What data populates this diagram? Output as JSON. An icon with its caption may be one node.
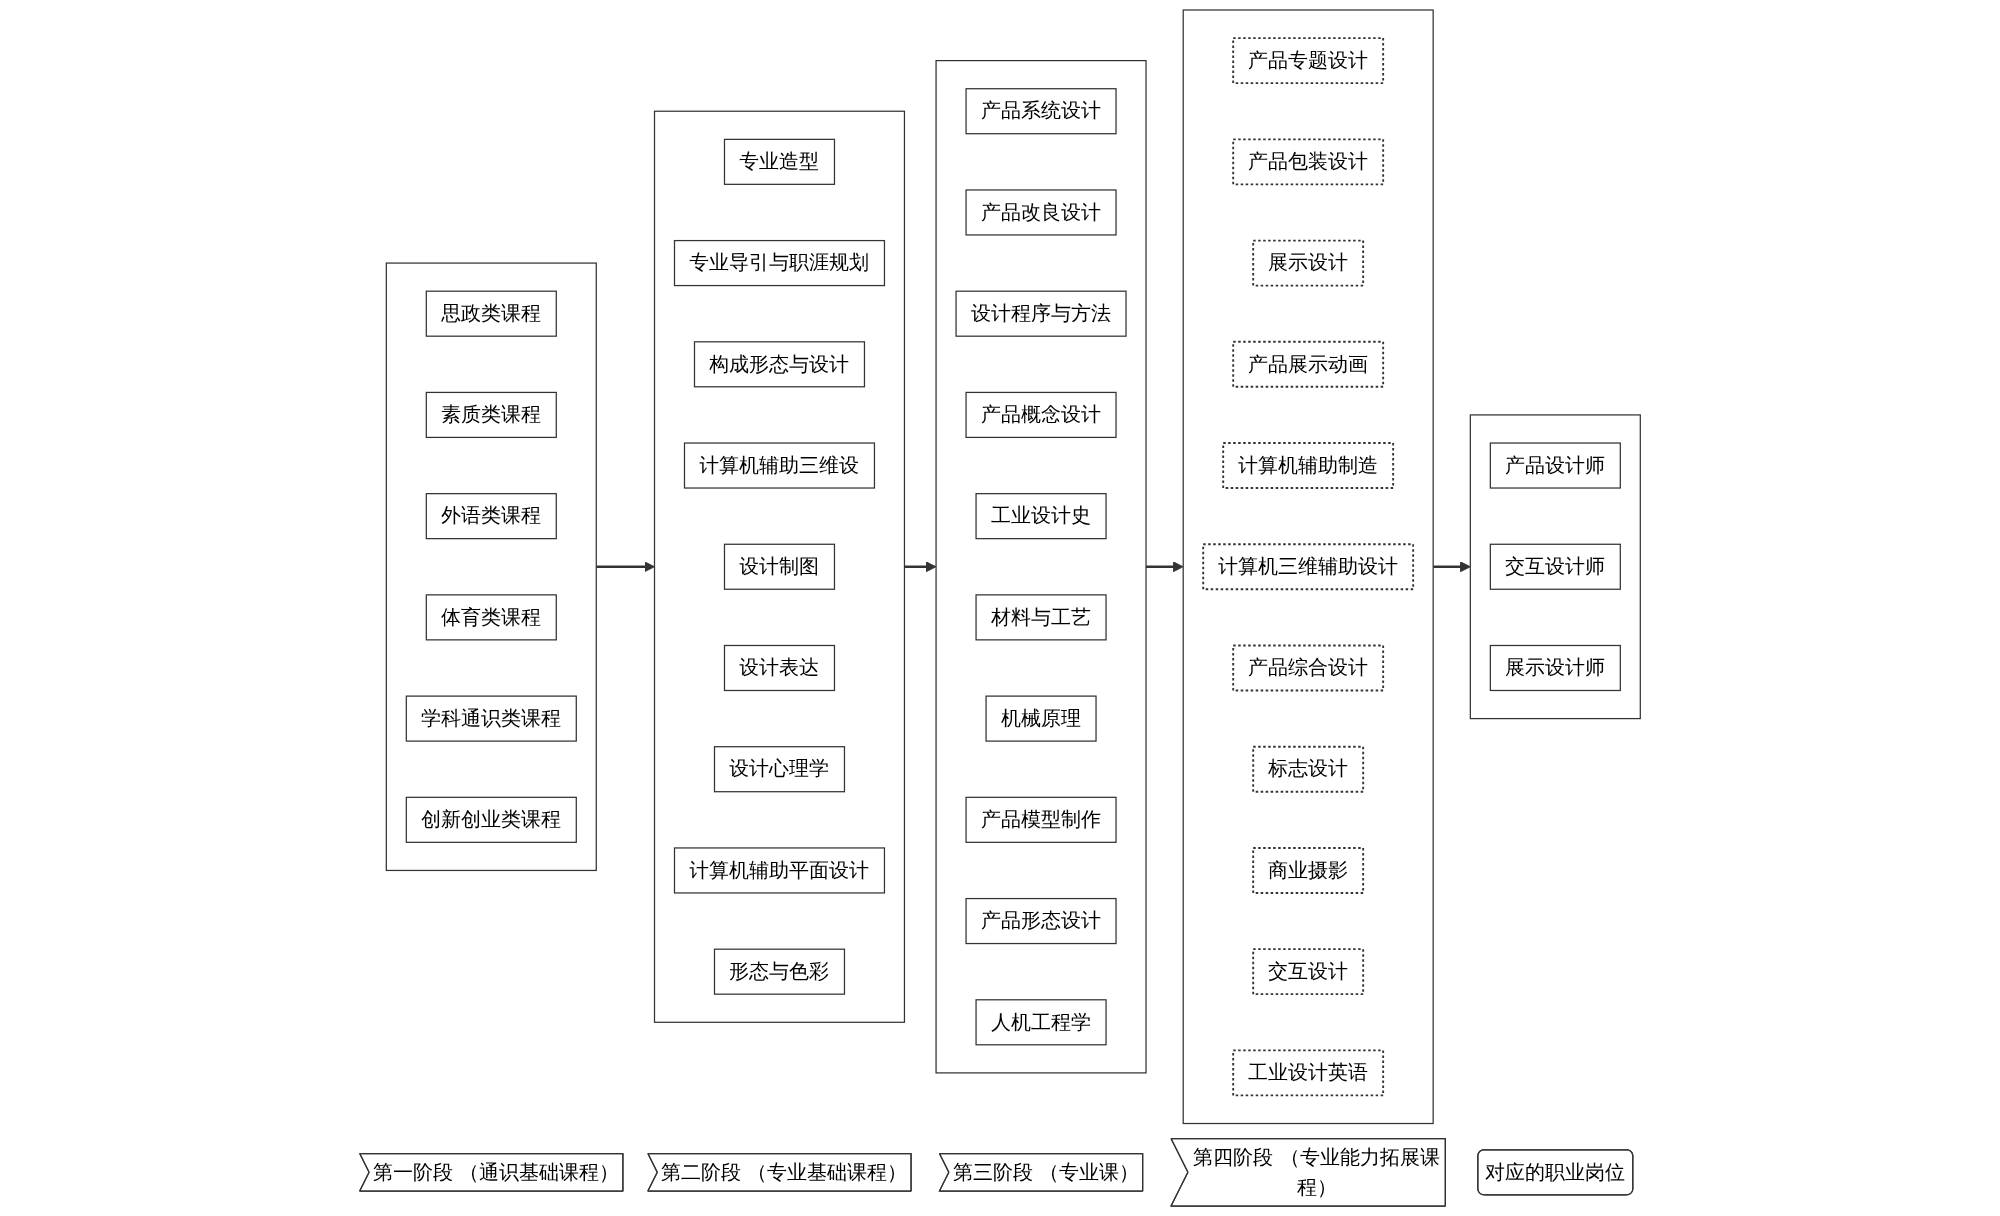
{
  "diagram": {
    "nodes": [
      {
        "text": [
          "第一阶段 （通识基础课程）"
        ]
      },
      {
        "text": [
          "第二阶段 （专业基础课程）"
        ]
      },
      {
        "text": [
          "第三阶段 （专业课）"
        ]
      },
      {
        "text": [
          "第四阶段 （专业能力拓展课程）"
        ]
      },
      {
        "text": [
          "对应的职业岗位"
        ]
      },
      {
        "text": [],
        "shape": "box"
      },
      {
        "text": [
          "思政类课程"
        ],
        "in": 5
      },
      {
        "text": [
          "素质类课程"
        ],
        "in": 5
      },
      {
        "text": [
          "外语类课程"
        ],
        "in": 5
      },
      {
        "text": [
          "体育类课程"
        ],
        "in": 5
      },
      {
        "text": [
          "学科通识类课程"
        ],
        "in": 5
      },
      {
        "text": [
          "创新创业类课程"
        ],
        "in": 5
      },
      {
        "text": [],
        "shape": "box"
      },
      {
        "text": [
          "专业造型"
        ],
        "in": 12
      },
      {
        "text": [
          "专业导引与职涯规划"
        ],
        "in": 12
      },
      {
        "text": [
          "构成形态与设计"
        ],
        "in": 12
      },
      {
        "text": [
          "计算机辅助三维设"
        ],
        "in": 12
      },
      {
        "text": [
          "设计制图"
        ],
        "in": 12
      },
      {
        "text": [
          "设计表达"
        ],
        "in": 12
      },
      {
        "text": [
          "设计心理学"
        ],
        "in": 12
      },
      {
        "text": [
          "计算机辅助平面设计"
        ],
        "in": 12
      },
      {
        "text": [
          "形态与色彩"
        ],
        "in": 12
      },
      {
        "text": [],
        "shape": "box"
      },
      {
        "text": [
          "产品系统设计"
        ],
        "in": 22
      },
      {
        "text": [
          "产品改良设计"
        ],
        "in": 22
      },
      {
        "text": [
          "设计程序与方法"
        ],
        "in": 22
      },
      {
        "text": [
          "产品概念设计"
        ],
        "in": 22
      },
      {
        "text": [
          "工业设计史"
        ],
        "in": 22
      },
      {
        "text": [
          "材料与工艺"
        ],
        "in": 22
      },
      {
        "text": [
          "机械原理"
        ],
        "in": 22
      },
      {
        "text": [
          "产品模型制作"
        ],
        "in": 22
      },
      {
        "text": [
          "产品形态设计"
        ],
        "in": 22
      },
      {
        "text": [
          "人机工程学"
        ],
        "in": 22
      },
      {
        "text": [],
        "shape": "box"
      },
      {
        "text": [
          "产品专题设计"
        ],
        "in": 33
      },
      {
        "text": [
          "产品包装设计"
        ],
        "in": 33
      },
      {
        "text": [
          "展示设计"
        ],
        "in": 33
      },
      {
        "text": [
          "产品展示动画"
        ],
        "in": 33
      },
      {
        "text": [
          "计算机辅助制造"
        ],
        "in": 33
      },
      {
        "text": [
          "计算机三维辅助设计"
        ],
        "in": 33
      },
      {
        "text": [
          "产品综合设计"
        ],
        "in": 33
      },
      {
        "text": [
          "标志设计"
        ],
        "in": 33
      },
      {
        "text": [
          "商业摄影"
        ],
        "in": 33
      },
      {
        "text": [
          "交互设计"
        ],
        "in": 33
      },
      {
        "text": [
          "工业设计英语"
        ],
        "in": 33
      },
      {
        "text": [],
        "shape": "box"
      },
      {
        "text": [
          "产品设计师"
        ],
        "in": 45
      },
      {
        "text": [
          "交互设计师"
        ],
        "in": 45
      },
      {
        "text": [
          "展示设计师"
        ],
        "in": 45
      }
    ],
    "edges": [
      {
        "from": 5,
        "to": 12,
        "arrow": "to"
      },
      {
        "from": 12,
        "to": 22,
        "arrow": "to"
      },
      {
        "from": 22,
        "to": 33,
        "arrow": "to"
      },
      {
        "from": 33,
        "to": 45,
        "arrow": "to"
      }
    ]
  }
}
